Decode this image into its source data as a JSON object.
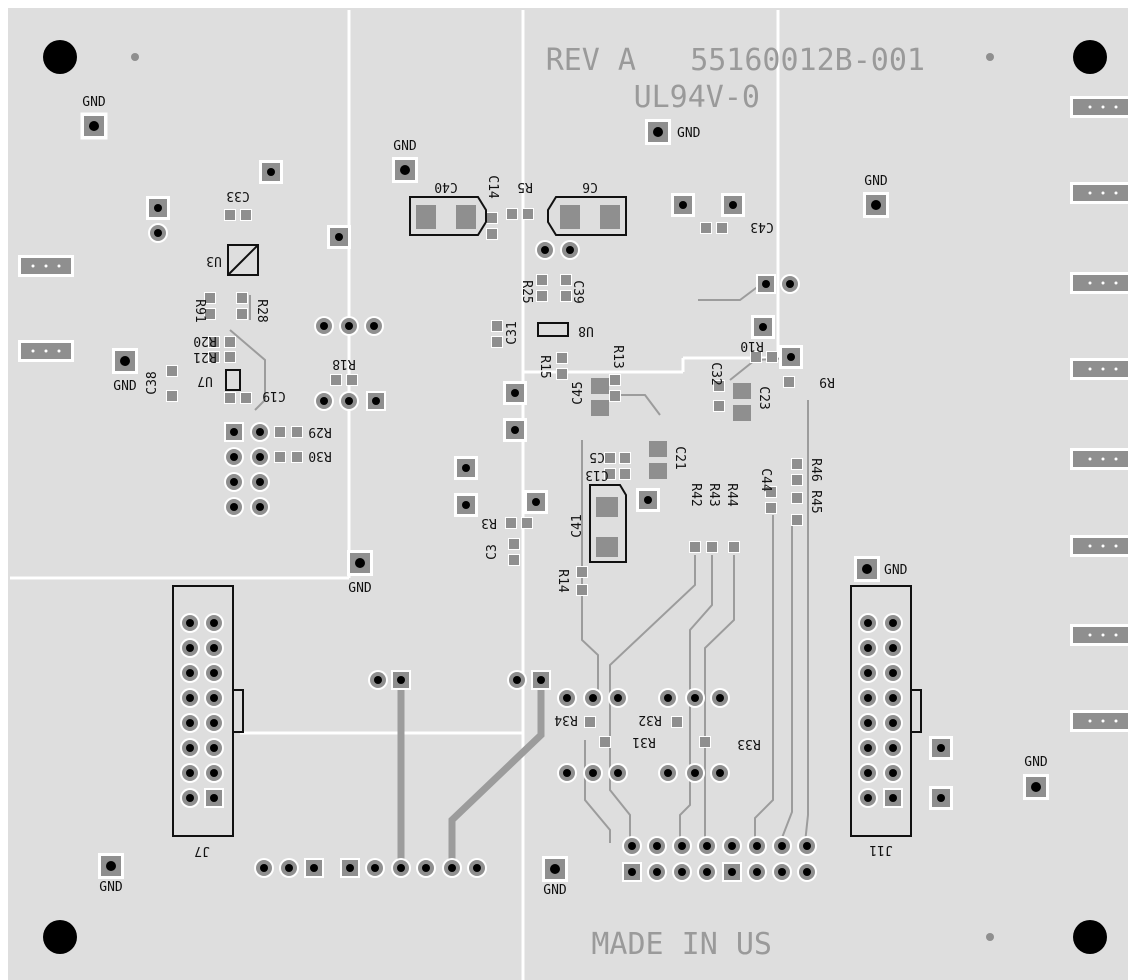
{
  "board": {
    "part_number": "55160012B-001",
    "revision": "REV A",
    "flammability": "UL94V-0",
    "origin": "MADE IN US"
  },
  "colors": {
    "board": "#dedede",
    "divider": "#ffffff",
    "trace": "#9c9c9c",
    "pad": "#8f8f8f",
    "outline": "#111111",
    "silk_text": "#111111",
    "fab_text": "#9a9a9a"
  },
  "designators": {
    "gnd": "GND",
    "c33": "C33",
    "u3": "U3",
    "r91": "R91",
    "r28": "R28",
    "r20": "R20",
    "r21": "R21",
    "u7": "U7",
    "c38": "C38",
    "c19": "C19",
    "r29": "R29",
    "r30": "R30",
    "c40": "C40",
    "c14": "C14",
    "r5": "R5",
    "c6": "C6",
    "r25": "R25",
    "c39": "C39",
    "c31": "C31",
    "u8": "U8",
    "r18": "R18",
    "r15": "R15",
    "r13": "R13",
    "c43": "C43",
    "c45": "C45",
    "r10": "R10",
    "c32": "C32",
    "c23": "C23",
    "r9": "R9",
    "c5": "C5",
    "c13": "C13",
    "c21": "C21",
    "c41": "C41",
    "r3": "R3",
    "c3": "C3",
    "r14": "R14",
    "r42": "R42",
    "r43": "R43",
    "r44": "R44",
    "c44": "C44",
    "r45": "R45",
    "r46": "R46",
    "r34": "R34",
    "r32": "R32",
    "r31": "R31",
    "r33": "R33",
    "j7": "J7",
    "j11": "J11"
  }
}
